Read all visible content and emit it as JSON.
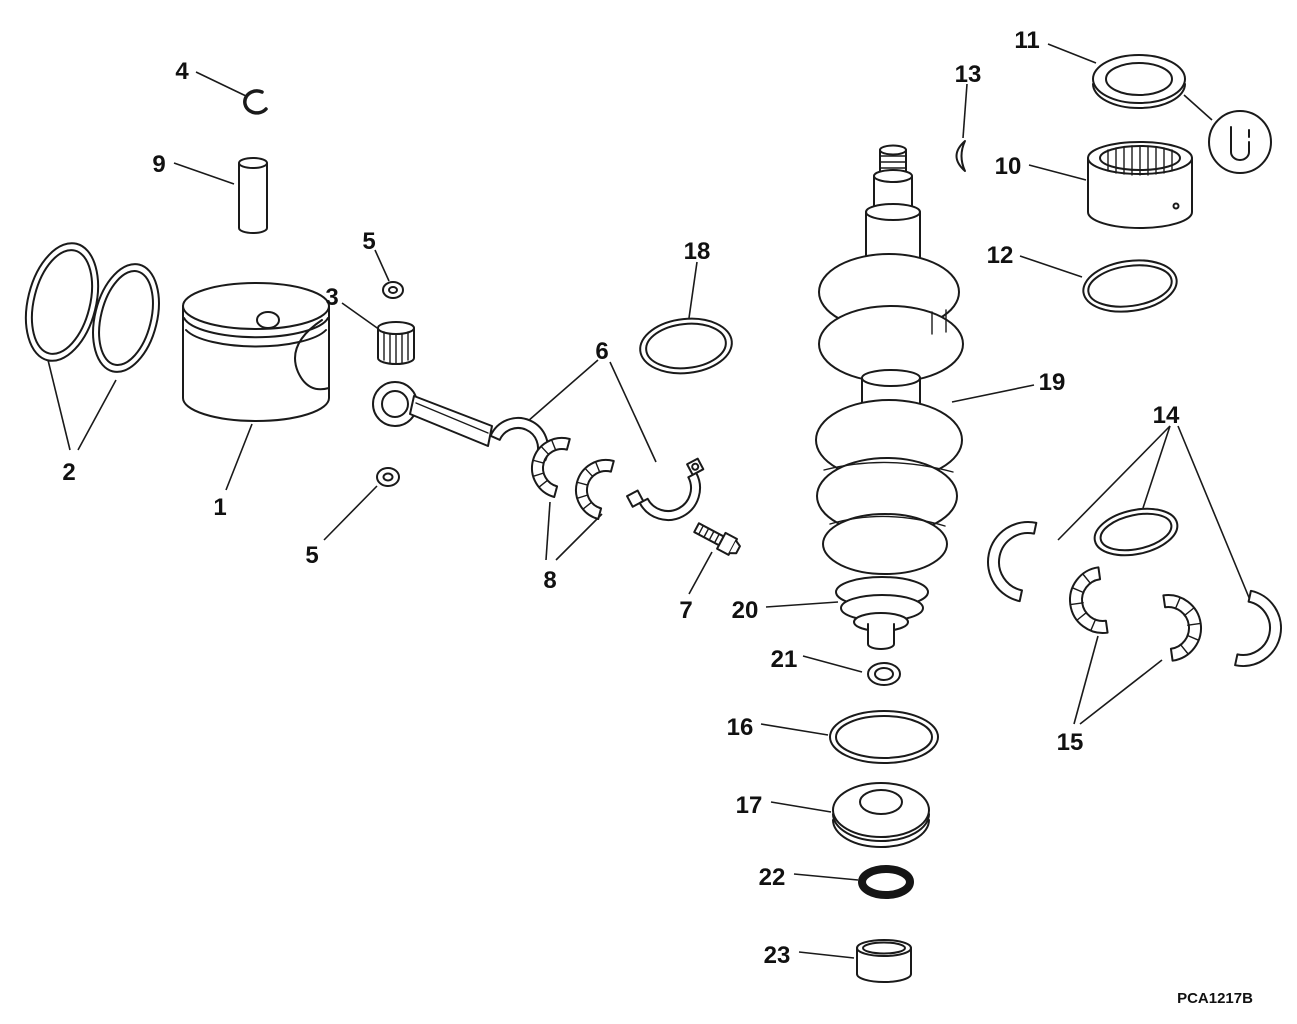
{
  "figure": {
    "code": "PCA1217B"
  },
  "callouts": {
    "part1": "1",
    "part2": "2",
    "part3": "3",
    "part4": "4",
    "part5a": "5",
    "part5b": "5",
    "part6": "6",
    "part7": "7",
    "part8": "8",
    "part9": "9",
    "part10": "10",
    "part11": "11",
    "part12": "12",
    "part13": "13",
    "part14": "14",
    "part15": "15",
    "part16": "16",
    "part17": "17",
    "part18": "18",
    "part19": "19",
    "part20": "20",
    "part21": "21",
    "part22": "22",
    "part23": "23"
  }
}
